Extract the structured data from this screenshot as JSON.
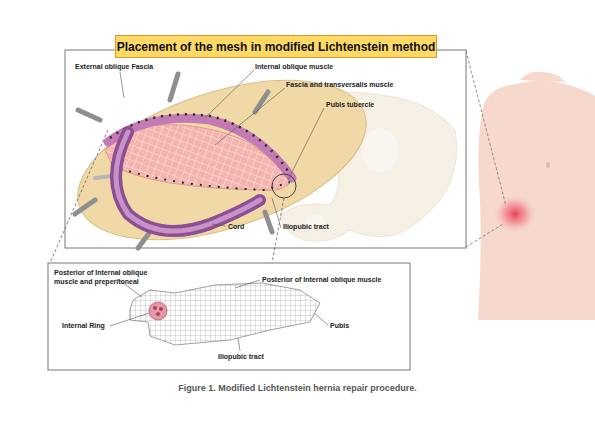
{
  "diagram": {
    "title": "Placement of the mesh in modified Lichtenstein method",
    "caption": "Figure 1. Modified Lichtenstein hernia repair procedure.",
    "labels": [
      "External oblique Fascia",
      "Internal oblique muscle",
      "Fascia and transversalis muscle",
      "Pubis tubercle",
      "Cord",
      "Iliopubic tract",
      "Posterior of Internal oblique muscle and preperitoneal",
      "Posterior of Internal oblique muscle",
      "Internal Ring",
      "Pubis",
      "Iliopubic tract"
    ]
  }
}
